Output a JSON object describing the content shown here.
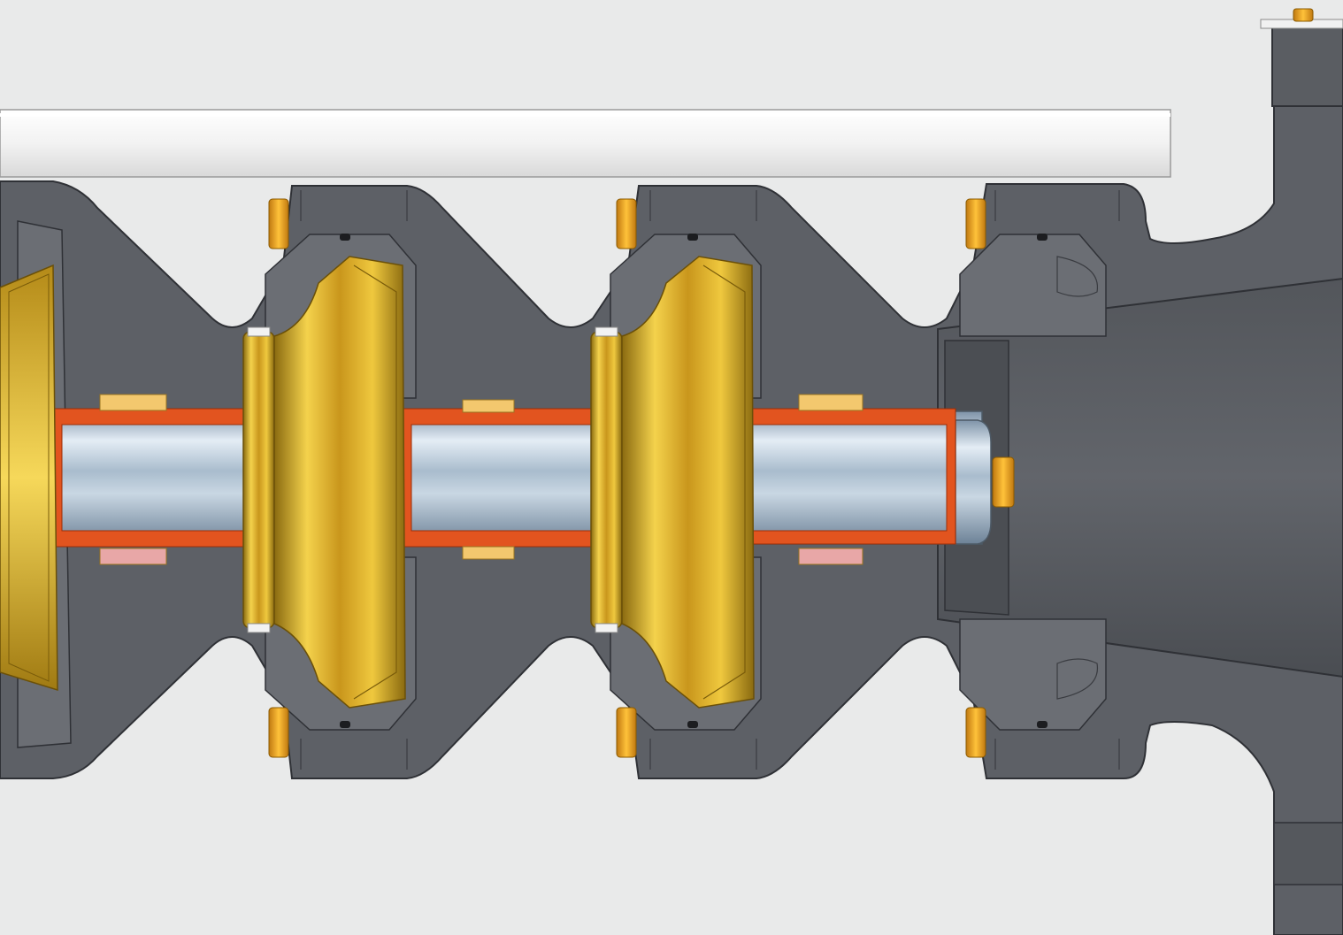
{
  "figure": {
    "kind": "cutaway illustration of a multistage centrifugal pump",
    "visible_text": [],
    "stage_count_visible": 3,
    "components": [
      "tie-rod",
      "stage-casing",
      "impeller",
      "wear-ring",
      "shaft",
      "shaft-sleeve",
      "bearing-bush",
      "casing-bolt",
      "seal-ring",
      "suction-casing",
      "shaft-nut",
      "mounting-bracket"
    ]
  },
  "colors": {
    "background": "#e9eaea",
    "casing": "#5d6066",
    "casing_dark": "#45484d",
    "casing_outline": "#2f3136",
    "impeller_gold": "#d8aa2a",
    "shaft_steel": "#b8c8d8",
    "sleeve_orange": "#e2541f",
    "bolt_orange": "#f0a020",
    "tie_rod": "#f6f6f6"
  }
}
